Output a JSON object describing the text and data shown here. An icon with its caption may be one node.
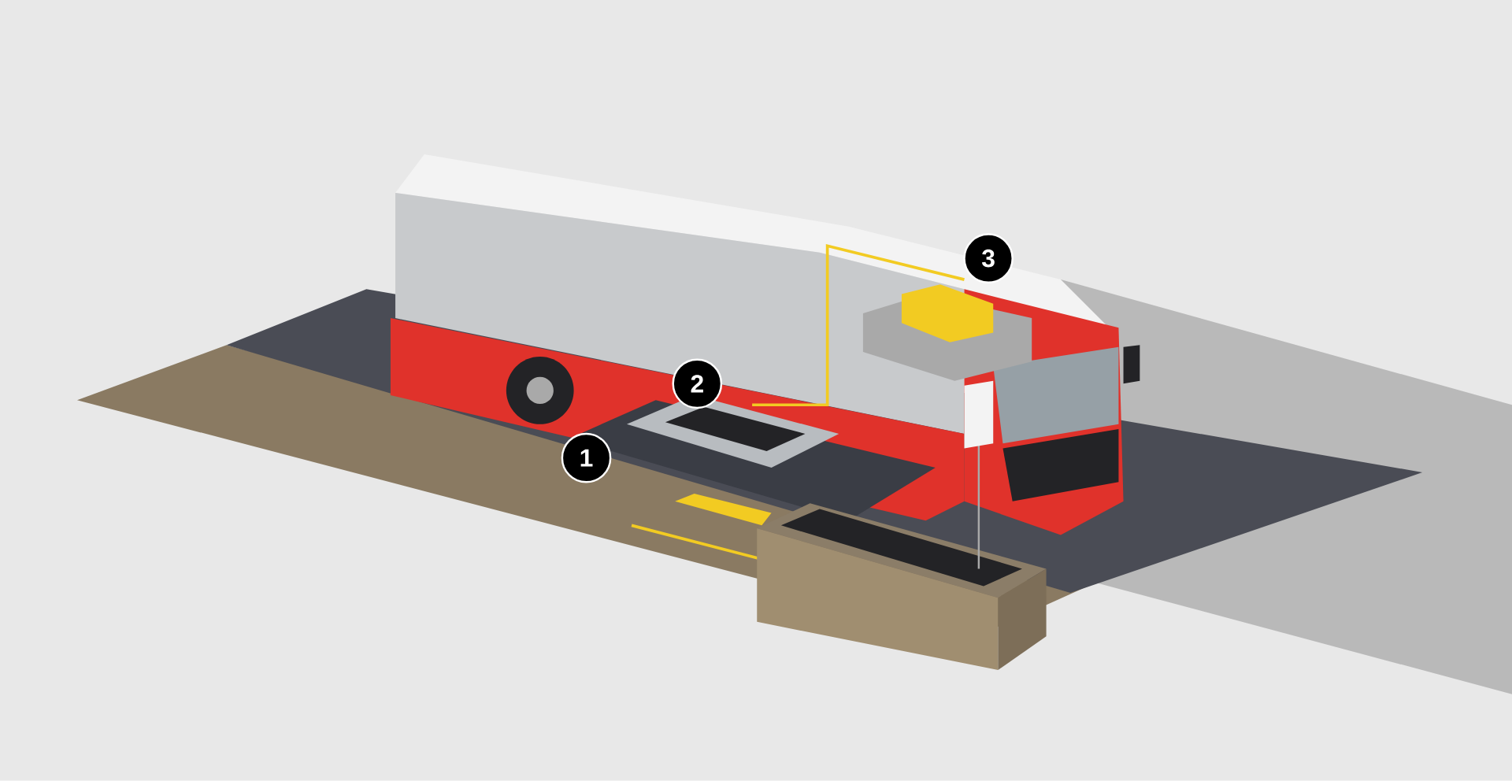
{
  "diagram": {
    "labels": [
      "3",
      "2",
      "1"
    ]
  }
}
